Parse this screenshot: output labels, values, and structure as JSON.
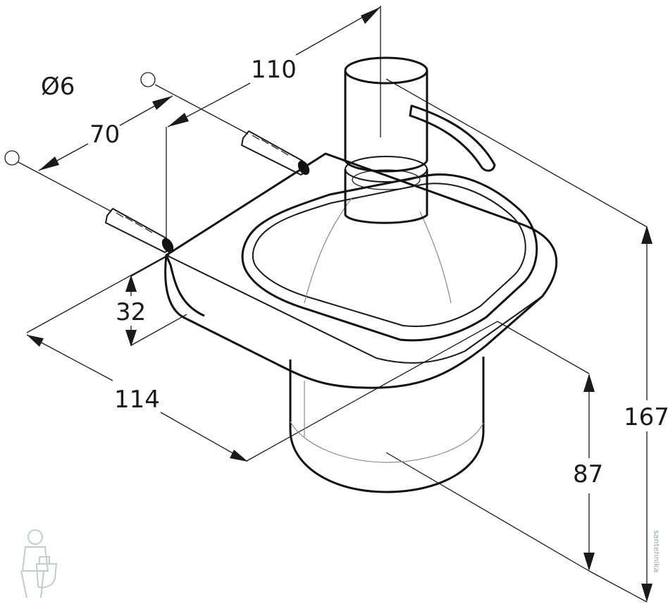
{
  "dimensions": {
    "diameter": "Ø6",
    "spacing": "70",
    "depth_top": "110",
    "plate_thickness": "32",
    "width": "114",
    "holder_height": "87",
    "total_height": "167"
  },
  "watermark": "santehnika",
  "colors": {
    "line": "#1a1a1a",
    "background": "#ffffff"
  }
}
